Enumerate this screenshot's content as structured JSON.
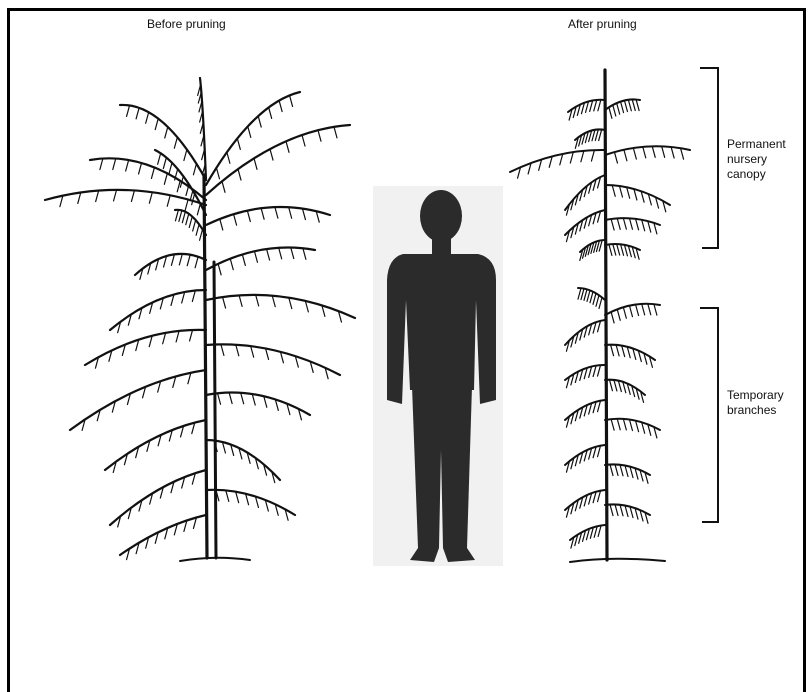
{
  "labels": {
    "before": "Before pruning",
    "after": "After pruning",
    "permanent": [
      "Permanent",
      "nursery",
      "canopy"
    ],
    "temporary": [
      "Temporary",
      "branches"
    ]
  },
  "colors": {
    "ink": "#111111",
    "silhouette": "#2b2b2b",
    "ground": "#f1f1f1"
  }
}
